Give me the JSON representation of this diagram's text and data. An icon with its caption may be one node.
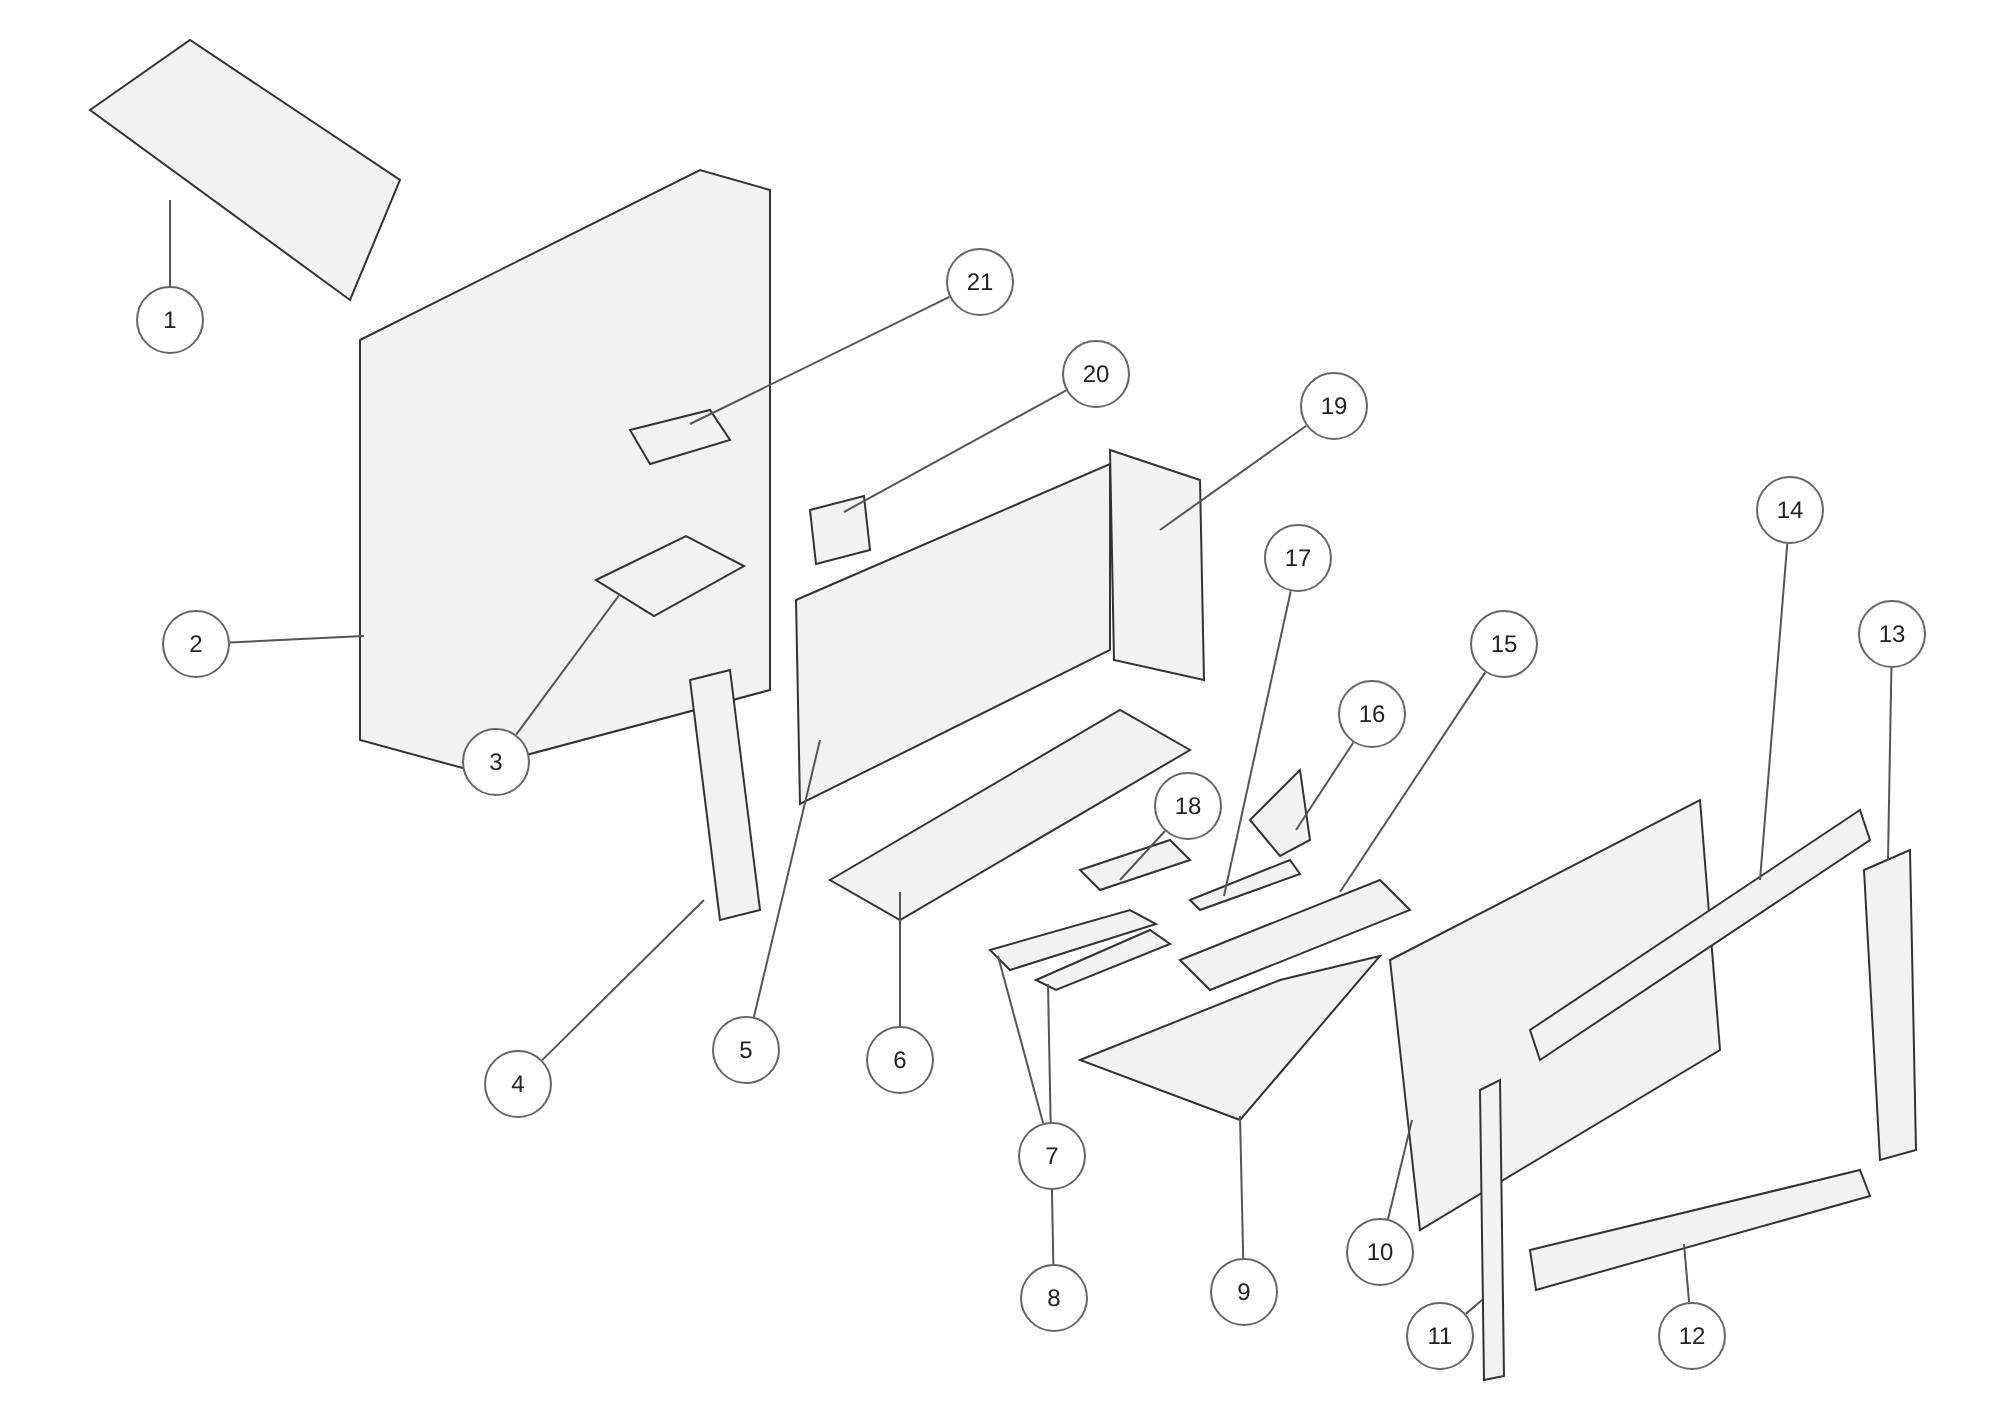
{
  "diagram": {
    "nodes": [
      {
        "text": [
          "1"
        ]
      },
      {
        "text": [
          "2"
        ]
      },
      {
        "text": [
          "3"
        ]
      },
      {
        "text": [
          "4"
        ]
      },
      {
        "text": [
          "5"
        ]
      },
      {
        "text": [
          "6"
        ]
      },
      {
        "text": [
          "7"
        ]
      },
      {
        "text": [
          "8"
        ]
      },
      {
        "text": [
          "9"
        ]
      },
      {
        "text": [
          "10"
        ]
      },
      {
        "text": [
          "11"
        ]
      },
      {
        "text": [
          "12"
        ]
      },
      {
        "text": [
          "13"
        ]
      },
      {
        "text": [
          "14"
        ]
      },
      {
        "text": [
          "15"
        ]
      },
      {
        "text": [
          "16"
        ]
      },
      {
        "text": [
          "17"
        ]
      },
      {
        "text": [
          "18"
        ]
      },
      {
        "text": [
          "19"
        ]
      },
      {
        "text": [
          "20"
        ]
      },
      {
        "text": [
          "21"
        ]
      },
      {
        "text": [],
        "shape": "box"
      },
      {
        "text": [],
        "shape": "box"
      },
      {
        "text": [],
        "shape": "box",
        "in": 22
      },
      {
        "text": [],
        "shape": "box"
      },
      {
        "text": [],
        "shape": "box"
      },
      {
        "text": [],
        "shape": "box"
      },
      {
        "text": [],
        "shape": "box"
      },
      {
        "text": [],
        "shape": "box"
      },
      {
        "text": [],
        "shape": "box"
      },
      {
        "text": [],
        "shape": "box"
      },
      {
        "text": [],
        "shape": "box"
      },
      {
        "text": [],
        "shape": "box"
      },
      {
        "text": [],
        "shape": "box"
      },
      {
        "text": [],
        "shape": "box"
      },
      {
        "text": [],
        "shape": "box"
      },
      {
        "text": [],
        "shape": "box"
      },
      {
        "text": [],
        "shape": "box"
      },
      {
        "text": [],
        "shape": "box"
      },
      {
        "text": [],
        "shape": "box"
      },
      {
        "text": [],
        "shape": "box"
      },
      {
        "text": [],
        "shape": "box",
        "in": 22
      }
    ],
    "edges": [
      {
        "from": 0,
        "to": 21,
        "arrow": "none"
      },
      {
        "from": 1,
        "to": 22,
        "arrow": "none"
      },
      {
        "from": 2,
        "to": 41,
        "arrow": "none"
      },
      {
        "from": 3,
        "to": 24,
        "arrow": "none"
      },
      {
        "from": 4,
        "to": 25,
        "arrow": "none"
      },
      {
        "from": 5,
        "to": 26,
        "arrow": "none"
      },
      {
        "from": 6,
        "to": 27,
        "arrow": "none"
      },
      {
        "from": 7,
        "to": 28,
        "arrow": "none"
      },
      {
        "from": 8,
        "to": 29,
        "arrow": "none"
      },
      {
        "from": 9,
        "to": 30,
        "arrow": "none"
      },
      {
        "from": 10,
        "to": 31,
        "arrow": "none"
      },
      {
        "from": 11,
        "to": 32,
        "arrow": "none"
      },
      {
        "from": 12,
        "to": 33,
        "arrow": "none"
      },
      {
        "from": 13,
        "to": 34,
        "arrow": "none"
      },
      {
        "from": 14,
        "to": 35,
        "arrow": "none"
      },
      {
        "from": 15,
        "to": 36,
        "arrow": "none"
      },
      {
        "from": 16,
        "to": 37,
        "arrow": "none"
      },
      {
        "from": 17,
        "to": 38,
        "arrow": "none"
      },
      {
        "from": 18,
        "to": 39,
        "arrow": "none"
      },
      {
        "from": 19,
        "to": 40,
        "arrow": "none"
      },
      {
        "from": 20,
        "to": 23,
        "arrow": "none"
      }
    ]
  }
}
